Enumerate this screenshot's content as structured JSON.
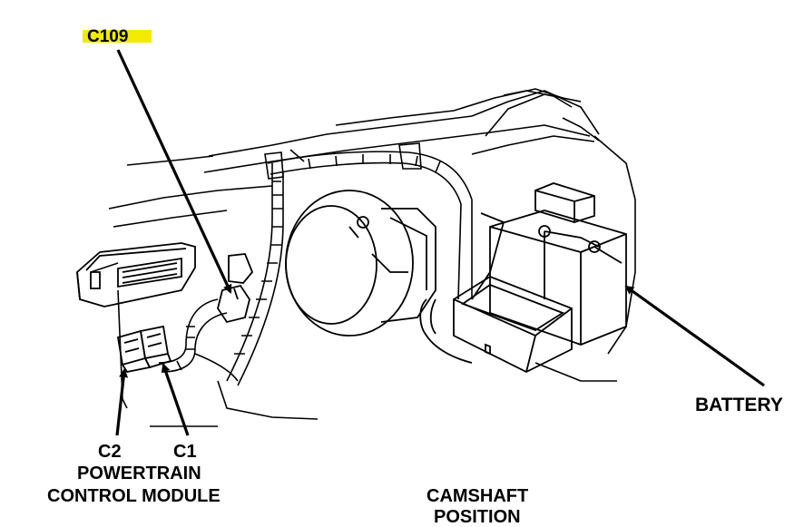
{
  "labels": {
    "c109": "C109",
    "c2": "C2",
    "c1": "C1",
    "powertrain": "POWERTRAIN",
    "control_module": "CONTROL MODULE",
    "battery": "BATTERY",
    "camshaft": "CAMSHAFT",
    "position": "POSITION"
  },
  "colors": {
    "highlight": "#f2ea00",
    "ink": "#000000",
    "background": "#ffffff"
  }
}
